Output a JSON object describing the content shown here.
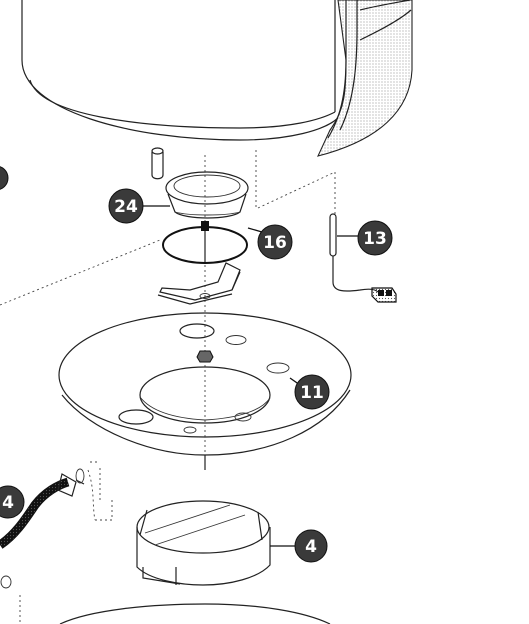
{
  "callouts": [
    {
      "label": "24"
    },
    {
      "label": "16"
    },
    {
      "label": "13"
    },
    {
      "label": "11"
    },
    {
      "label": "4"
    },
    {
      "label": "4"
    }
  ]
}
